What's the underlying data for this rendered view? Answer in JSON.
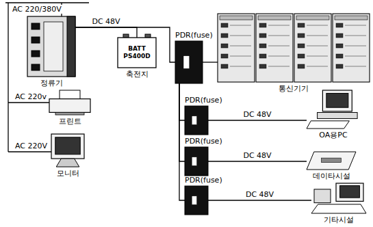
{
  "diagram": {
    "nodes": [
      {
        "text": [
          "정류기"
        ]
      },
      {
        "text": [
          "BATT",
          "PS400D",
          "축전지"
        ]
      },
      {
        "text": [
          "PDR(fuse)"
        ]
      },
      {
        "text": [
          "통신기기"
        ]
      },
      {
        "text": [
          "프린트"
        ]
      },
      {
        "text": [
          "모니터"
        ]
      },
      {
        "text": [
          "PDR(fuse)"
        ]
      },
      {
        "text": [
          "OA용PC"
        ]
      },
      {
        "text": [
          "PDR(fuse)"
        ]
      },
      {
        "text": [
          "데이타시설"
        ]
      },
      {
        "text": [
          "PDR(fuse)"
        ]
      },
      {
        "text": [
          "기타시설"
        ]
      }
    ],
    "edges": [
      {
        "from": 0,
        "to": 1,
        "label": "DC 48V",
        "arrow": "none"
      },
      {
        "from": 0,
        "to": 2,
        "arrow": "none"
      },
      {
        "from": 2,
        "to": 3,
        "arrow": "none"
      },
      {
        "from": 2,
        "to": 6,
        "arrow": "none"
      },
      {
        "from": 2,
        "to": 8,
        "arrow": "none"
      },
      {
        "from": 2,
        "to": 10,
        "arrow": "none"
      },
      {
        "from": 6,
        "to": 7,
        "label": "DC 48V",
        "arrow": "none"
      },
      {
        "from": 8,
        "to": 9,
        "label": "DC 48V",
        "arrow": "none"
      },
      {
        "from": 10,
        "to": 11,
        "label": "DC 48V",
        "arrow": "none"
      }
    ],
    "labels": [
      "AC 220/380V",
      "AC 220v",
      "AC 220V"
    ]
  }
}
